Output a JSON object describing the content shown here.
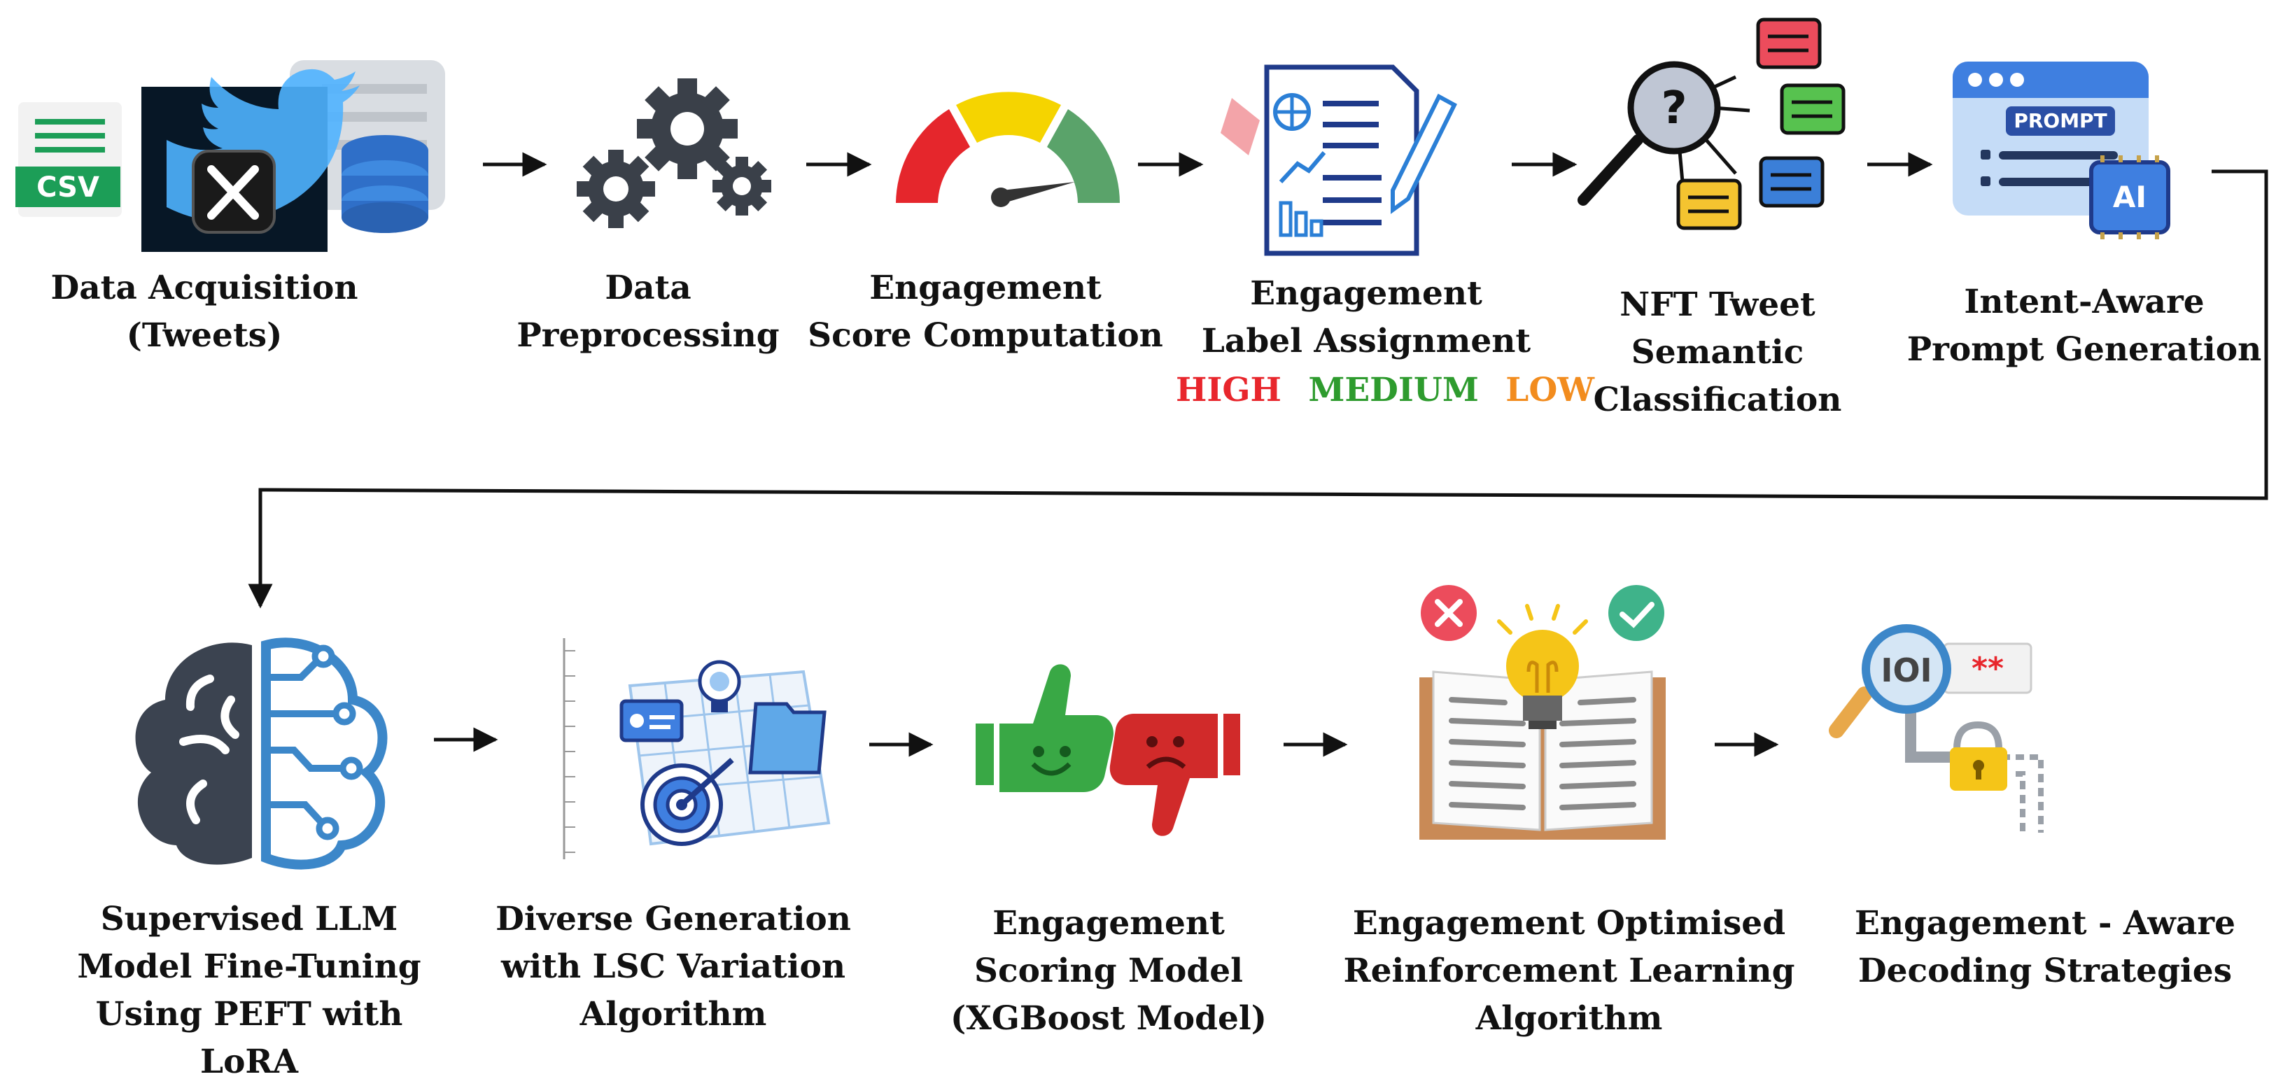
{
  "steps": [
    {
      "id": "data-acquisition",
      "lines": [
        "Data Acquisition",
        "(Tweets)"
      ],
      "icon": "csv-twitter-database-icon"
    },
    {
      "id": "data-preprocessing",
      "lines": [
        "Data",
        "Preprocessing"
      ],
      "icon": "gears-icon"
    },
    {
      "id": "engagement-score-computation",
      "lines": [
        "Engagement",
        "Score Computation"
      ],
      "icon": "gauge-icon"
    },
    {
      "id": "engagement-label-assignment",
      "lines": [
        "Engagement",
        "Label Assignment"
      ],
      "icon": "document-report-icon"
    },
    {
      "id": "nft-tweet-semantic-classification",
      "lines": [
        "NFT Tweet",
        "Semantic",
        "Classification"
      ],
      "icon": "magnifier-classification-icon"
    },
    {
      "id": "intent-aware-prompt-generation",
      "lines": [
        "Intent-Aware",
        "Prompt Generation"
      ],
      "icon": "prompt-ai-icon"
    },
    {
      "id": "supervised-llm-fine-tuning",
      "lines": [
        "Supervised LLM",
        "Model Fine-Tuning",
        "Using PEFT with",
        "LoRA"
      ],
      "icon": "brain-circuit-icon"
    },
    {
      "id": "diverse-generation-lsc",
      "lines": [
        "Diverse Generation",
        "with LSC Variation",
        "Algorithm"
      ],
      "icon": "target-blueprint-icon"
    },
    {
      "id": "engagement-scoring-model",
      "lines": [
        "Engagement",
        "Scoring Model",
        "(XGBoost Model)"
      ],
      "icon": "thumbs-up-down-icon"
    },
    {
      "id": "engagement-optimised-rl",
      "lines": [
        "Engagement Optimised",
        "Reinforcement Learning",
        "Algorithm"
      ],
      "icon": "book-lightbulb-icon"
    },
    {
      "id": "engagement-aware-decoding",
      "lines": [
        "Engagement - Aware",
        "Decoding Strategies"
      ],
      "icon": "decoding-lock-icon"
    }
  ],
  "label_levels": [
    {
      "text": "HIGH",
      "color": "#e8262c"
    },
    {
      "text": "MEDIUM",
      "color": "#2e9b2e"
    },
    {
      "text": "LOW",
      "color": "#f28c1e"
    }
  ],
  "icon_texts": {
    "csv": "CSV",
    "prompt": "PROMPT",
    "ai": "AI",
    "binary": "IOI"
  },
  "colors": {
    "arrow": "#111111",
    "gear": "#3a4049",
    "gauge_red": "#e5262c",
    "gauge_yellow": "#f5d400",
    "gauge_green": "#5aa36a",
    "brain_dark": "#3b4350",
    "brain_blue": "#3c87c9",
    "thumb_green": "#39a845",
    "thumb_red": "#d12a2a"
  }
}
